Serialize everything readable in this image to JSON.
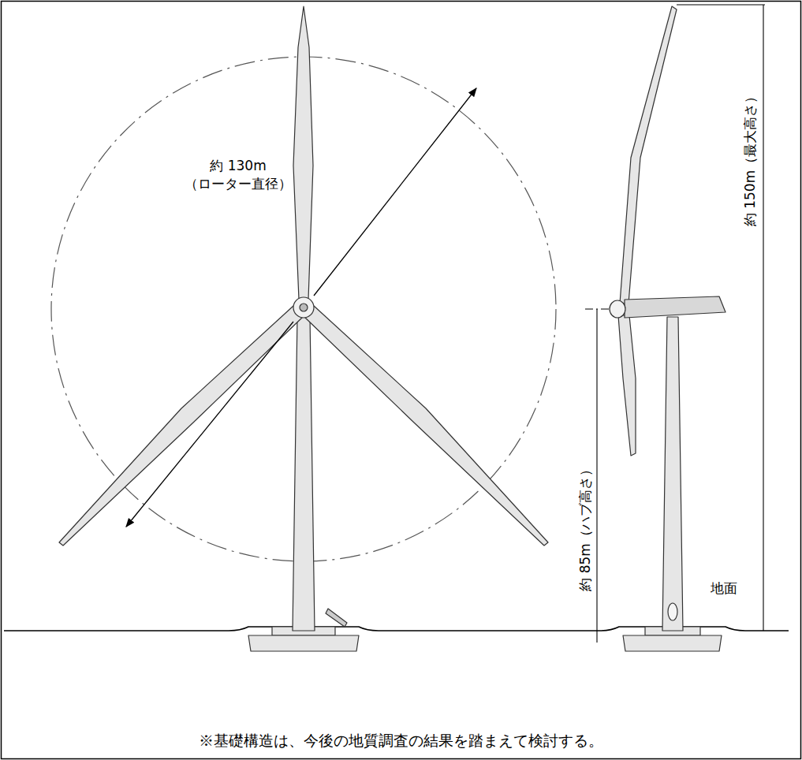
{
  "diagram": {
    "caption": "※基礎構造は、今後の地質調査の結果を踏まえて検討する。",
    "labels": [
      "約 130m （ローター直径）",
      "約 150m（最大高さ）",
      "約 85m（ハブ高さ）",
      "地面"
    ]
  }
}
